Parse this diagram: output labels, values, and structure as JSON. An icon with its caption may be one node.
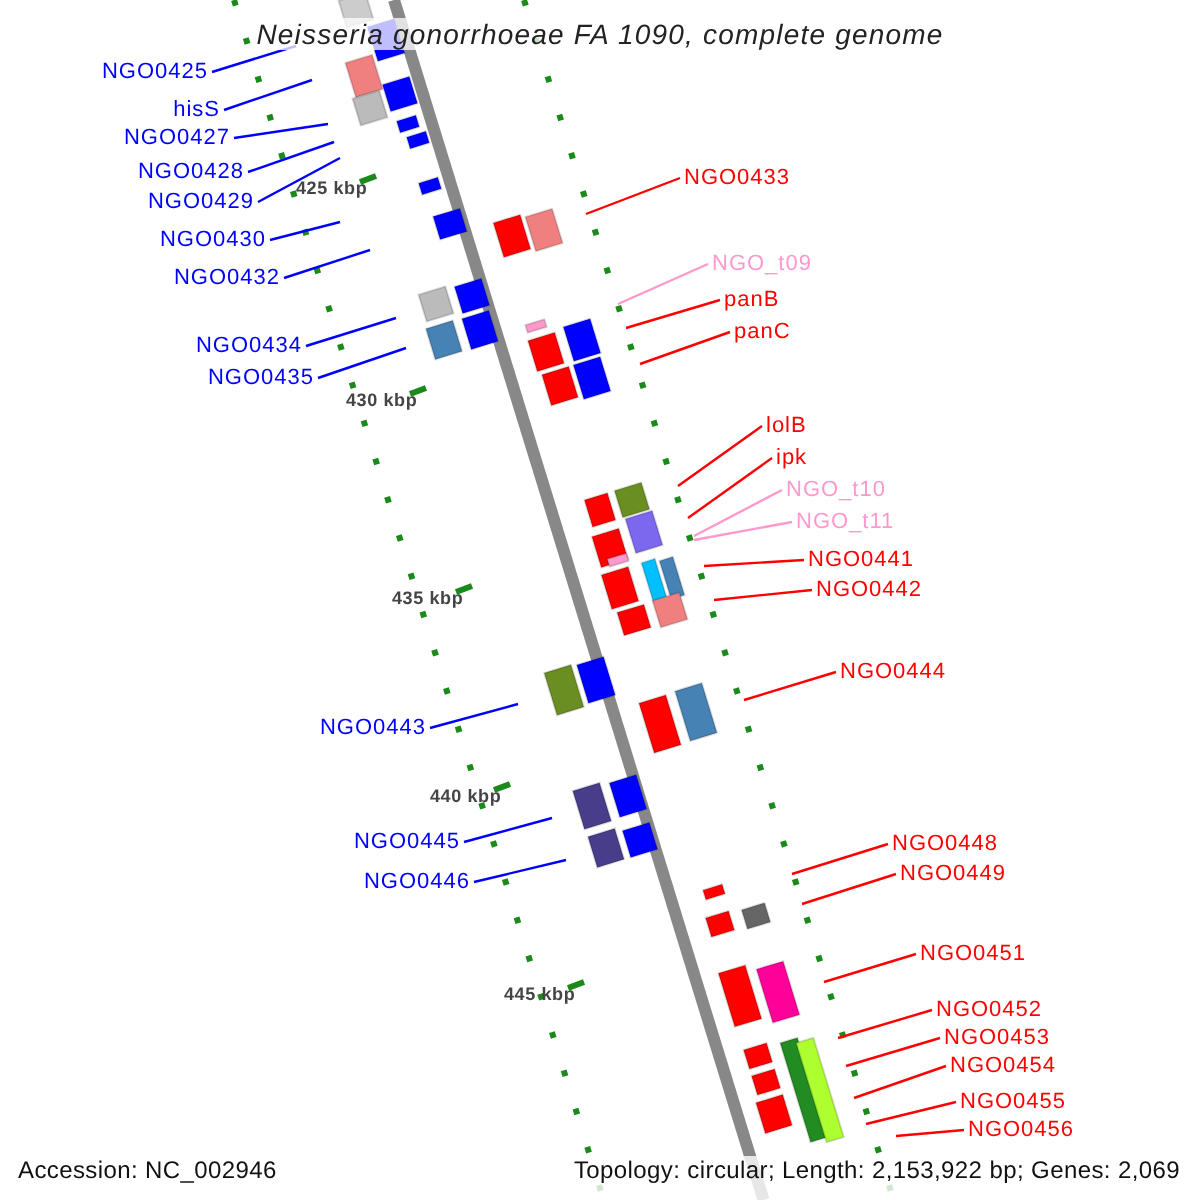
{
  "diagram": {
    "title": "Neisseria gonorrhoeae FA 1090, complete genome",
    "nodes": [
      {
        "text": [
          "NGO0425"
        ]
      },
      {
        "text": [
          "hisS"
        ]
      },
      {
        "text": [
          "NGO0427"
        ]
      },
      {
        "text": [
          "NGO0428"
        ]
      },
      {
        "text": [
          "NGO0429"
        ]
      },
      {
        "text": [
          "NGO0430"
        ]
      },
      {
        "text": [
          "NGO0432"
        ]
      },
      {
        "text": [
          "NGO0434"
        ]
      },
      {
        "text": [
          "NGO0435"
        ]
      },
      {
        "text": [
          "NGO0433"
        ]
      },
      {
        "text": [
          "NGO_t09"
        ]
      },
      {
        "text": [
          "panB"
        ]
      },
      {
        "text": [
          "panC"
        ]
      },
      {
        "text": [
          "lolB"
        ]
      },
      {
        "text": [
          "ipk"
        ]
      },
      {
        "text": [
          "NGO_t10"
        ]
      },
      {
        "text": [
          "NGO_t11"
        ]
      },
      {
        "text": [
          "NGO0441"
        ]
      },
      {
        "text": [
          "NGO0442"
        ]
      },
      {
        "text": [
          "NGO0443"
        ]
      },
      {
        "text": [
          "NGO0444"
        ]
      },
      {
        "text": [
          "NGO0445"
        ]
      },
      {
        "text": [
          "NGO0446"
        ]
      },
      {
        "text": [
          "NGO0448"
        ]
      },
      {
        "text": [
          "NGO0449"
        ]
      },
      {
        "text": [
          "NGO0451"
        ]
      },
      {
        "text": [
          "NGO0452"
        ]
      },
      {
        "text": [
          "NGO0453"
        ]
      },
      {
        "text": [
          "NGO0454"
        ]
      },
      {
        "text": [
          "NGO0455"
        ]
      },
      {
        "text": [
          "NGO0456"
        ]
      }
    ],
    "edges": [
      {
        "from": 0,
        "to": null,
        "arrow": "none",
        "color": "#0000ff"
      },
      {
        "from": 1,
        "to": null,
        "arrow": "none",
        "color": "#0000ff"
      },
      {
        "from": 2,
        "to": null,
        "arrow": "none",
        "color": "#0000ff"
      },
      {
        "from": 3,
        "to": null,
        "arrow": "none",
        "color": "#0000ff"
      },
      {
        "from": 4,
        "to": null,
        "arrow": "none",
        "color": "#0000ff"
      },
      {
        "from": 5,
        "to": null,
        "arrow": "none",
        "color": "#0000ff"
      },
      {
        "from": 6,
        "to": null,
        "arrow": "none",
        "color": "#0000ff"
      },
      {
        "from": 7,
        "to": null,
        "arrow": "none",
        "color": "#0000ff"
      },
      {
        "from": 8,
        "to": null,
        "arrow": "none",
        "color": "#0000ff"
      },
      {
        "from": 9,
        "to": null,
        "arrow": "none"
      },
      {
        "from": 10,
        "to": null,
        "arrow": "none",
        "color": "#ff99cc"
      },
      {
        "from": 11,
        "to": null,
        "arrow": "none"
      },
      {
        "from": 12,
        "to": null,
        "arrow": "none"
      },
      {
        "from": 13,
        "to": null,
        "arrow": "none"
      },
      {
        "from": 14,
        "to": null,
        "arrow": "none"
      },
      {
        "from": 15,
        "to": null,
        "arrow": "none",
        "color": "#ff99cc"
      },
      {
        "from": 16,
        "to": null,
        "arrow": "none",
        "color": "#ff99cc"
      },
      {
        "from": 17,
        "to": null,
        "arrow": "none"
      },
      {
        "from": 18,
        "to": null,
        "arrow": "none"
      },
      {
        "from": 19,
        "to": null,
        "arrow": "none",
        "color": "#0000ff"
      },
      {
        "from": 20,
        "to": null,
        "arrow": "none"
      },
      {
        "from": 21,
        "to": null,
        "arrow": "none",
        "color": "#0000ff"
      },
      {
        "from": 22,
        "to": null,
        "arrow": "none",
        "color": "#0000ff"
      },
      {
        "from": 23,
        "to": null,
        "arrow": "none"
      },
      {
        "from": 24,
        "to": null,
        "arrow": "none"
      },
      {
        "from": 25,
        "to": null,
        "arrow": "none"
      },
      {
        "from": 26,
        "to": null,
        "arrow": "none"
      },
      {
        "from": 27,
        "to": null,
        "arrow": "none"
      },
      {
        "from": 28,
        "to": null,
        "arrow": "none"
      },
      {
        "from": 29,
        "to": null,
        "arrow": "none"
      },
      {
        "from": 30,
        "to": null,
        "arrow": "none"
      }
    ],
    "labels": [
      "425 kbp",
      "430 kbp",
      "435 kbp",
      "440 kbp",
      "445 kbp",
      "Accession: NC_002946",
      "Topology: circular; Length: 2,153,922 bp; Genes: 2,069"
    ]
  }
}
